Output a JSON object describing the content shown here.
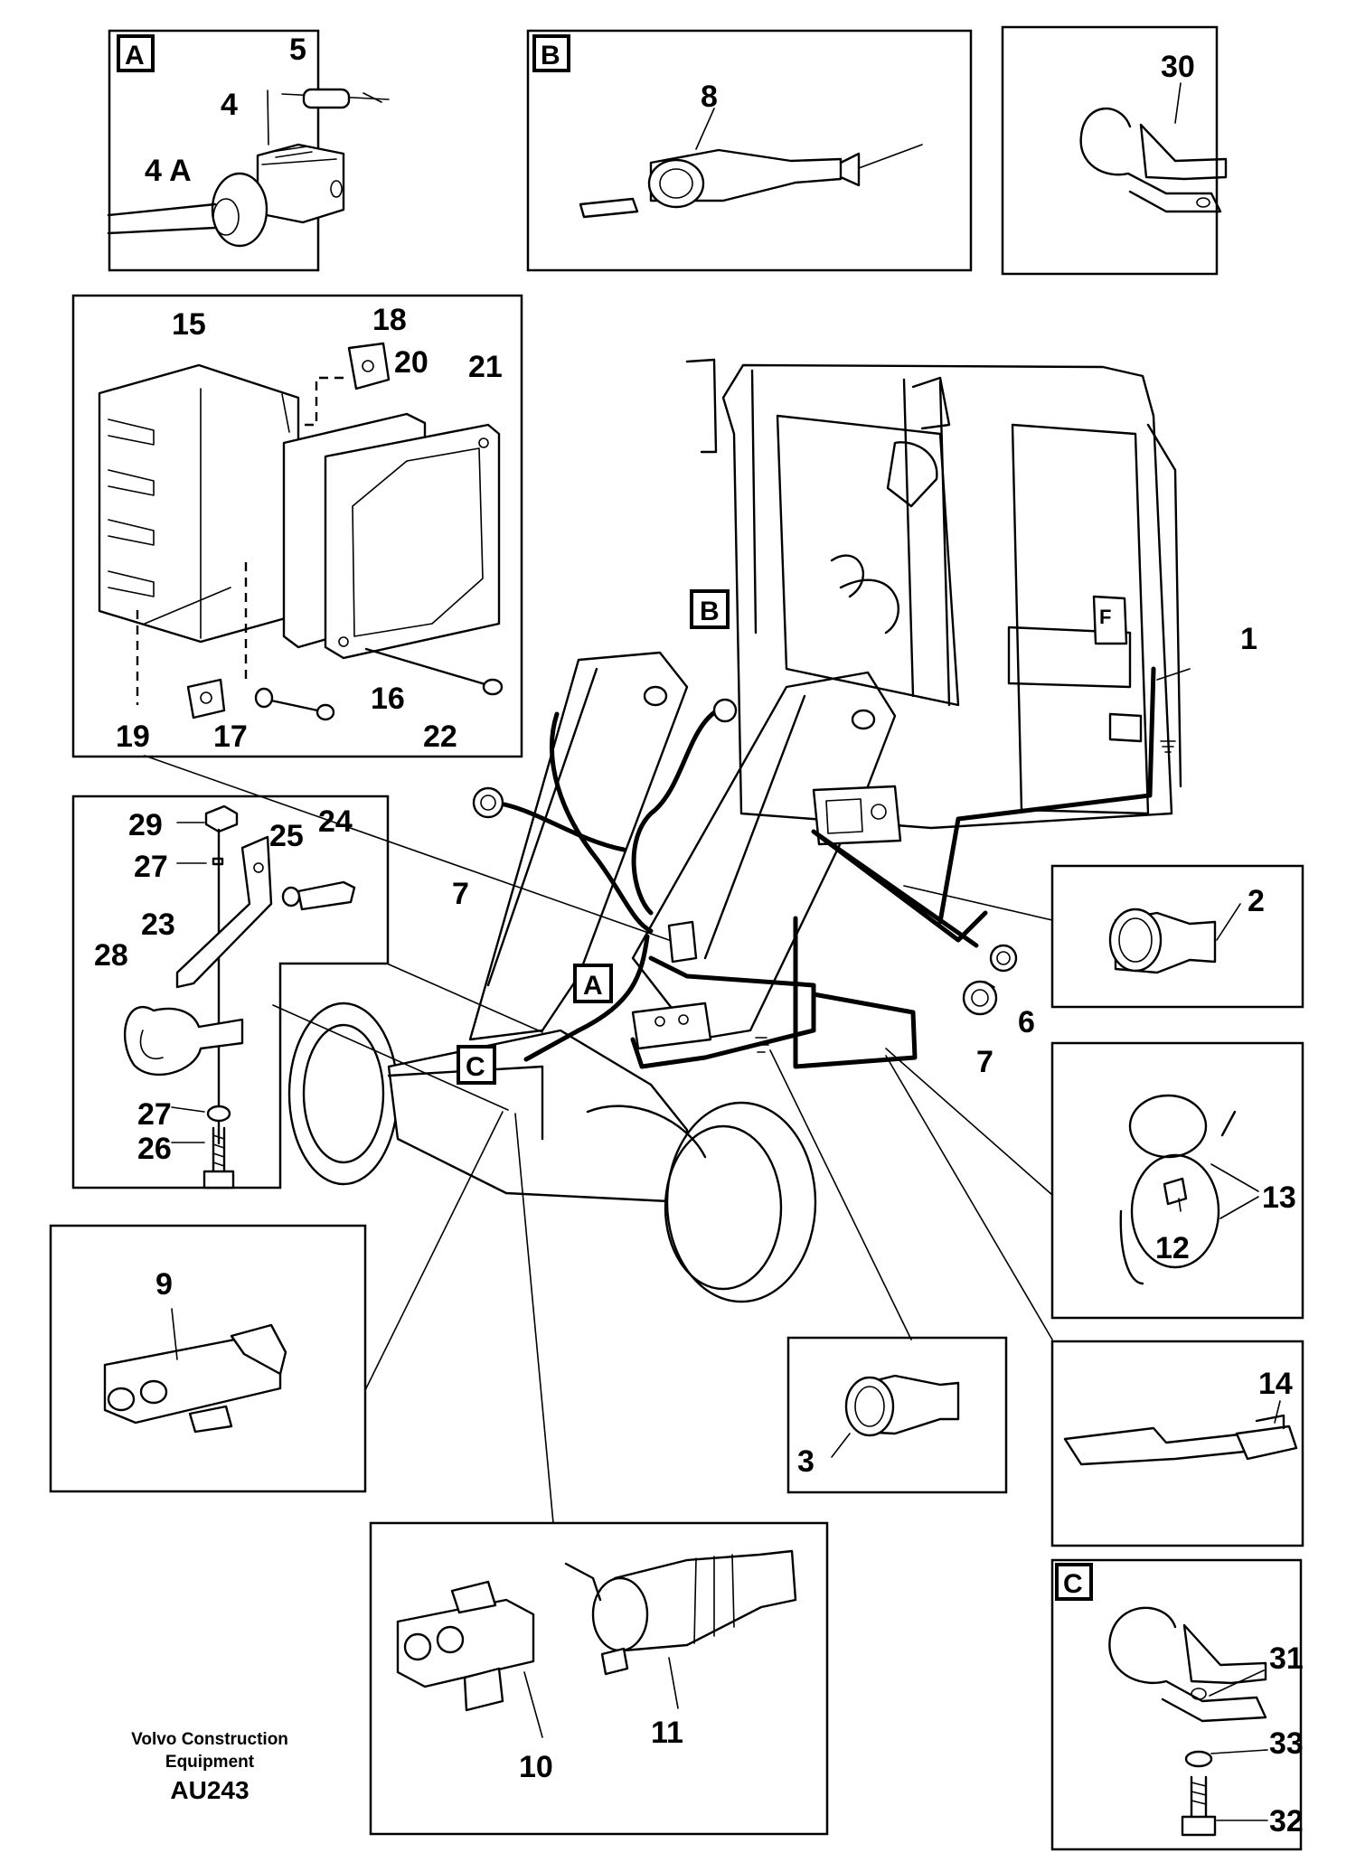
{
  "detail_tags": {
    "a": "A",
    "b": "B",
    "c": "C"
  },
  "callouts": {
    "n1": "1",
    "n2": "2",
    "n3": "3",
    "n4": "4",
    "n4a": "4 A",
    "n5": "5",
    "n6": "6",
    "n7a": "7",
    "n7b": "7",
    "n8": "8",
    "n9": "9",
    "n10": "10",
    "n11": "11",
    "n12": "12",
    "n13": "13",
    "n14": "14",
    "n15": "15",
    "n16": "16",
    "n17": "17",
    "n18": "18",
    "n19": "19",
    "n20": "20",
    "n21": "21",
    "n22": "22",
    "n23": "23",
    "n24": "24",
    "n25": "25",
    "n26": "26",
    "n27a": "27",
    "n27b": "27",
    "n28": "28",
    "n29": "29",
    "n30": "30",
    "n31": "31",
    "n32": "32",
    "n33": "33"
  },
  "cab_marker": "F",
  "footer": {
    "line1": "Volvo Construction",
    "line2": "Equipment",
    "code": "AU243"
  }
}
